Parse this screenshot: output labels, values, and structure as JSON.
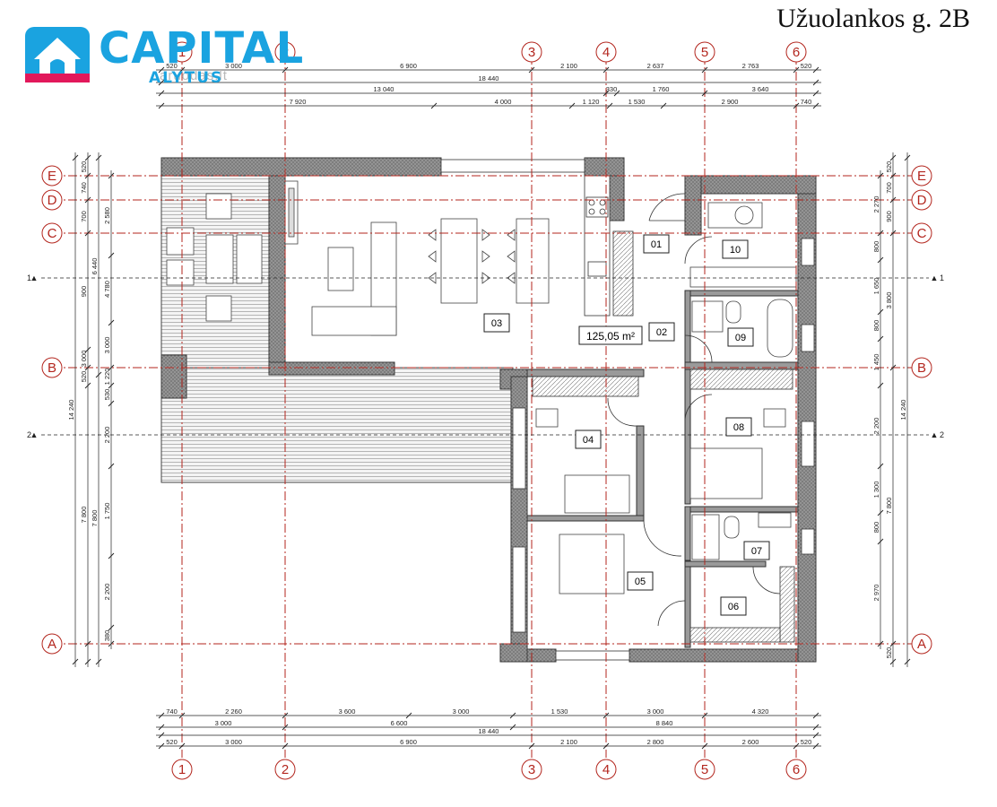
{
  "header": {
    "address": "Užuolankos g. 2B"
  },
  "logo": {
    "name": "CAPITAL",
    "city": "ALYTUS",
    "watermark": "aruodas.lt",
    "brand_color": "#1aa3e0",
    "accent_color": "#e2185b"
  },
  "plan": {
    "area_label": "125,05 m²",
    "rooms": [
      "01",
      "02",
      "03",
      "04",
      "05",
      "06",
      "07",
      "08",
      "09",
      "10"
    ],
    "column_axes": [
      "1",
      "2",
      "3",
      "4",
      "5",
      "6"
    ],
    "row_axes": [
      "A",
      "B",
      "C",
      "D",
      "E"
    ],
    "section_marks": [
      "1",
      "2"
    ],
    "axis_color": "#b3261e"
  },
  "dims": {
    "top1": [
      "520",
      "3 000",
      "6 900",
      "2 100",
      "2 637",
      "2 763",
      "520"
    ],
    "top2": "18 440",
    "top3": [
      "13 040",
      "330",
      "1 760",
      "3 640"
    ],
    "top4": [
      "7 920",
      "4 000",
      "1 120",
      "1 530",
      "2 900",
      "740"
    ],
    "bottom1": [
      "740",
      "2 260",
      "3 600",
      "3 000",
      "1 530",
      "3 000",
      "4 320"
    ],
    "bottom2": [
      "3 000",
      "6 600",
      "8 840"
    ],
    "bottom3": "18 440",
    "bottom4": [
      "520",
      "3 000",
      "6 900",
      "2 100",
      "2 800",
      "2 600",
      "520"
    ],
    "left_outer": "14 240",
    "left_a": [
      "520",
      "740",
      "700",
      "900",
      "3 000",
      "520",
      "7 800"
    ],
    "left_b": [
      "6 440",
      "7 800"
    ],
    "left_c": [
      "2 580",
      "4 780",
      "3 000",
      "1 220",
      "530",
      "2 200",
      "1 750",
      "2 200",
      "380"
    ],
    "right_outer": "14 240",
    "right_a": [
      "520",
      "700",
      "900",
      "3 800",
      "7 800",
      "520"
    ],
    "right_b": [
      "2 270",
      "800",
      "1 650",
      "800",
      "1 450",
      "2 200",
      "1 300",
      "800",
      "2 970"
    ]
  }
}
